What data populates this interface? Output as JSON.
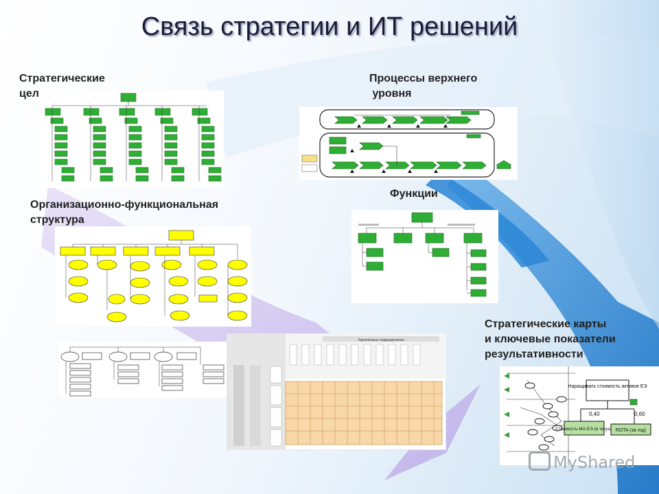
{
  "title": "Связь стратегии и ИТ решений",
  "labels": {
    "strategic_goals": "Стратегические\nцели",
    "top_processes": "Процессы верхнего\n уровня",
    "functions": "Функции",
    "org_structure": "Организационно-функциональная\nструктура",
    "strategy_maps": "Стратегические карты\nи ключевые показатели\nрезультативности"
  },
  "matrix": {
    "header": "Укрупнённые подразделения"
  },
  "kpi": {
    "top": "Наращивать стоимость активов ЕЭ",
    "value_left": "0,40",
    "value_right": "0,60",
    "box_left": "Стоимость МА ЕЭ (в текущ)",
    "box_right": "ROTA (за год)"
  },
  "watermark": "MyShared",
  "colors": {
    "bg_accent": "#c9e1f4",
    "flow_blue": "#1f7fd1",
    "flow_purple": "#c9b8ee",
    "node_green": "#33b233",
    "node_yellow": "#ffff00",
    "matrix_orange": "#f8d7a8"
  }
}
